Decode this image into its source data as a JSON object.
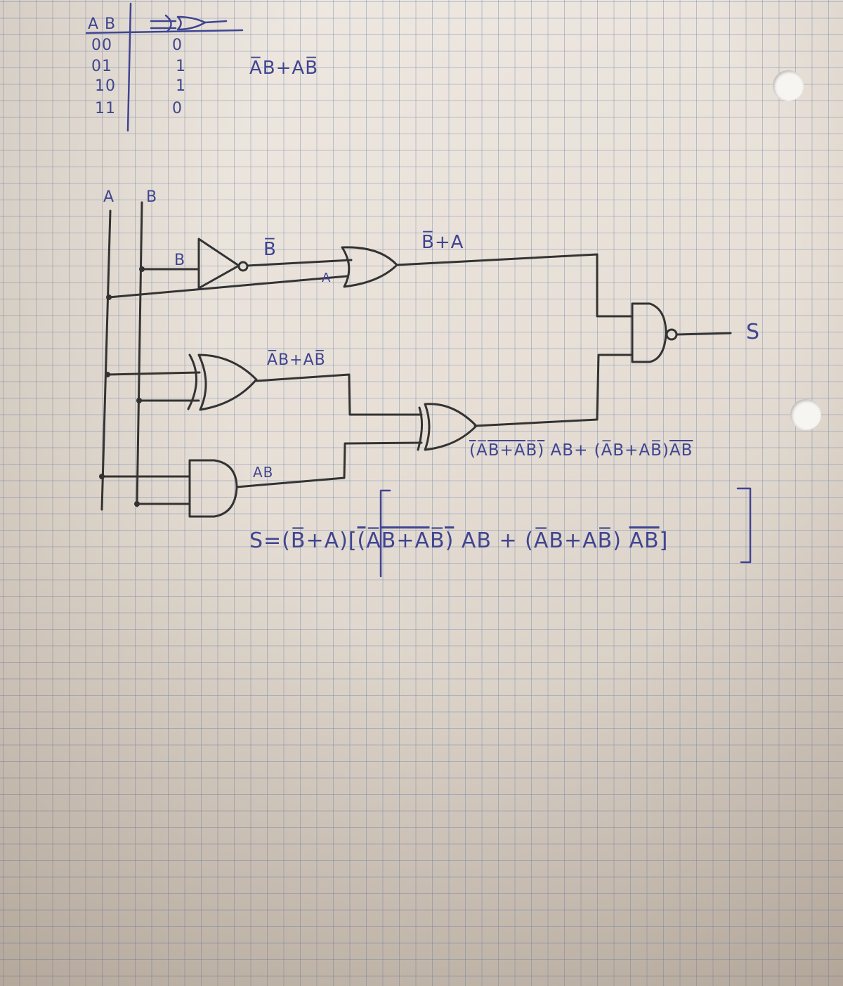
{
  "truth_table": {
    "header_inputs": "A B",
    "gate_symbol": "xor-gate-icon",
    "rows": [
      {
        "inputs": "00",
        "output": "0"
      },
      {
        "inputs": "01",
        "output": "1"
      },
      {
        "inputs": "10",
        "output": "1"
      },
      {
        "inputs": "11",
        "output": "0"
      }
    ],
    "expression": "A̅B+AB̅"
  },
  "circuit": {
    "input_a": "A",
    "input_b": "B",
    "not_input_label": "B",
    "not_output_label": "B̅",
    "or_input_label": "A",
    "or_output_label": "B̅+A",
    "xor_output_label": "A̅B+AB̅",
    "and_output_label": "AB",
    "xor2_output_label": {
      "part1": "(A̅B+AB̅)",
      "part2": " AB+ ",
      "part3": "(A̅B+AB̅)",
      "part4": "AB"
    },
    "output_label": "S"
  },
  "equation": {
    "lhs": "S=(B̅+A)[",
    "part1": "(A̅B+AB̅)",
    "part2": " AB + ",
    "part3": "(A̅B+AB̅) ",
    "part4": "AB",
    "close": "]"
  },
  "colors": {
    "ink": "#3f4590",
    "wire": "#333333",
    "paper": "#e9e1d8"
  }
}
